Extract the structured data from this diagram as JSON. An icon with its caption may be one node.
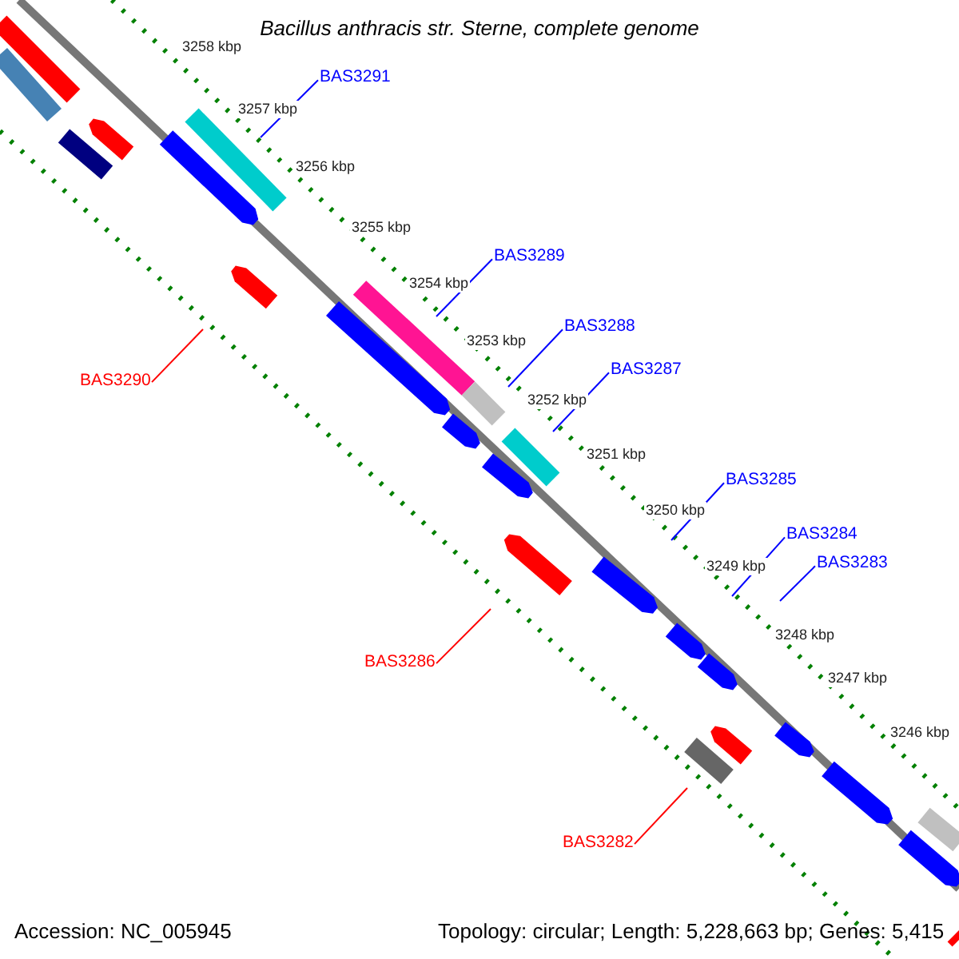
{
  "diagram": {
    "title": "Bacillus anthracis str. Sterne, complete genome",
    "nodes": [
      {
        "text": [
          "BAS3291"
        ]
      },
      {
        "text": [
          "BAS3289"
        ]
      },
      {
        "text": [
          "BAS3288"
        ]
      },
      {
        "text": [
          "BAS3287"
        ]
      },
      {
        "text": [
          "BAS3290"
        ]
      },
      {
        "text": [
          "BAS3285"
        ]
      },
      {
        "text": [
          "BAS3284"
        ]
      },
      {
        "text": [
          "BAS3283"
        ]
      },
      {
        "text": [
          "BAS3286"
        ]
      },
      {
        "text": [
          "BAS3282"
        ]
      }
    ],
    "edges": [
      {
        "from": 0,
        "to": null,
        "arrow": "none"
      },
      {
        "from": 1,
        "to": null,
        "arrow": "none"
      },
      {
        "from": 2,
        "to": null,
        "arrow": "none"
      },
      {
        "from": 3,
        "to": null,
        "arrow": "none"
      },
      {
        "from": 4,
        "to": null,
        "arrow": "none",
        "color": "#ff0000"
      },
      {
        "from": 5,
        "to": null,
        "arrow": "none"
      },
      {
        "from": 6,
        "to": null,
        "arrow": "none"
      },
      {
        "from": 7,
        "to": null,
        "arrow": "none"
      },
      {
        "from": 8,
        "to": null,
        "arrow": "none",
        "color": "#ff0000"
      },
      {
        "from": 9,
        "to": null,
        "arrow": "none",
        "color": "#ff0000"
      }
    ],
    "labels": [
      "3258 kbp",
      "3257 kbp",
      "3256 kbp",
      "3255 kbp",
      "3254 kbp",
      "3253 kbp",
      "3252 kbp",
      "3251 kbp",
      "3250 kbp",
      "3249 kbp",
      "3248 kbp",
      "3247 kbp",
      "3246 kbp",
      "Accession: NC_005945",
      "Topology: circular; Length: 5,228,663 bp; Genes: 5,415"
    ]
  }
}
